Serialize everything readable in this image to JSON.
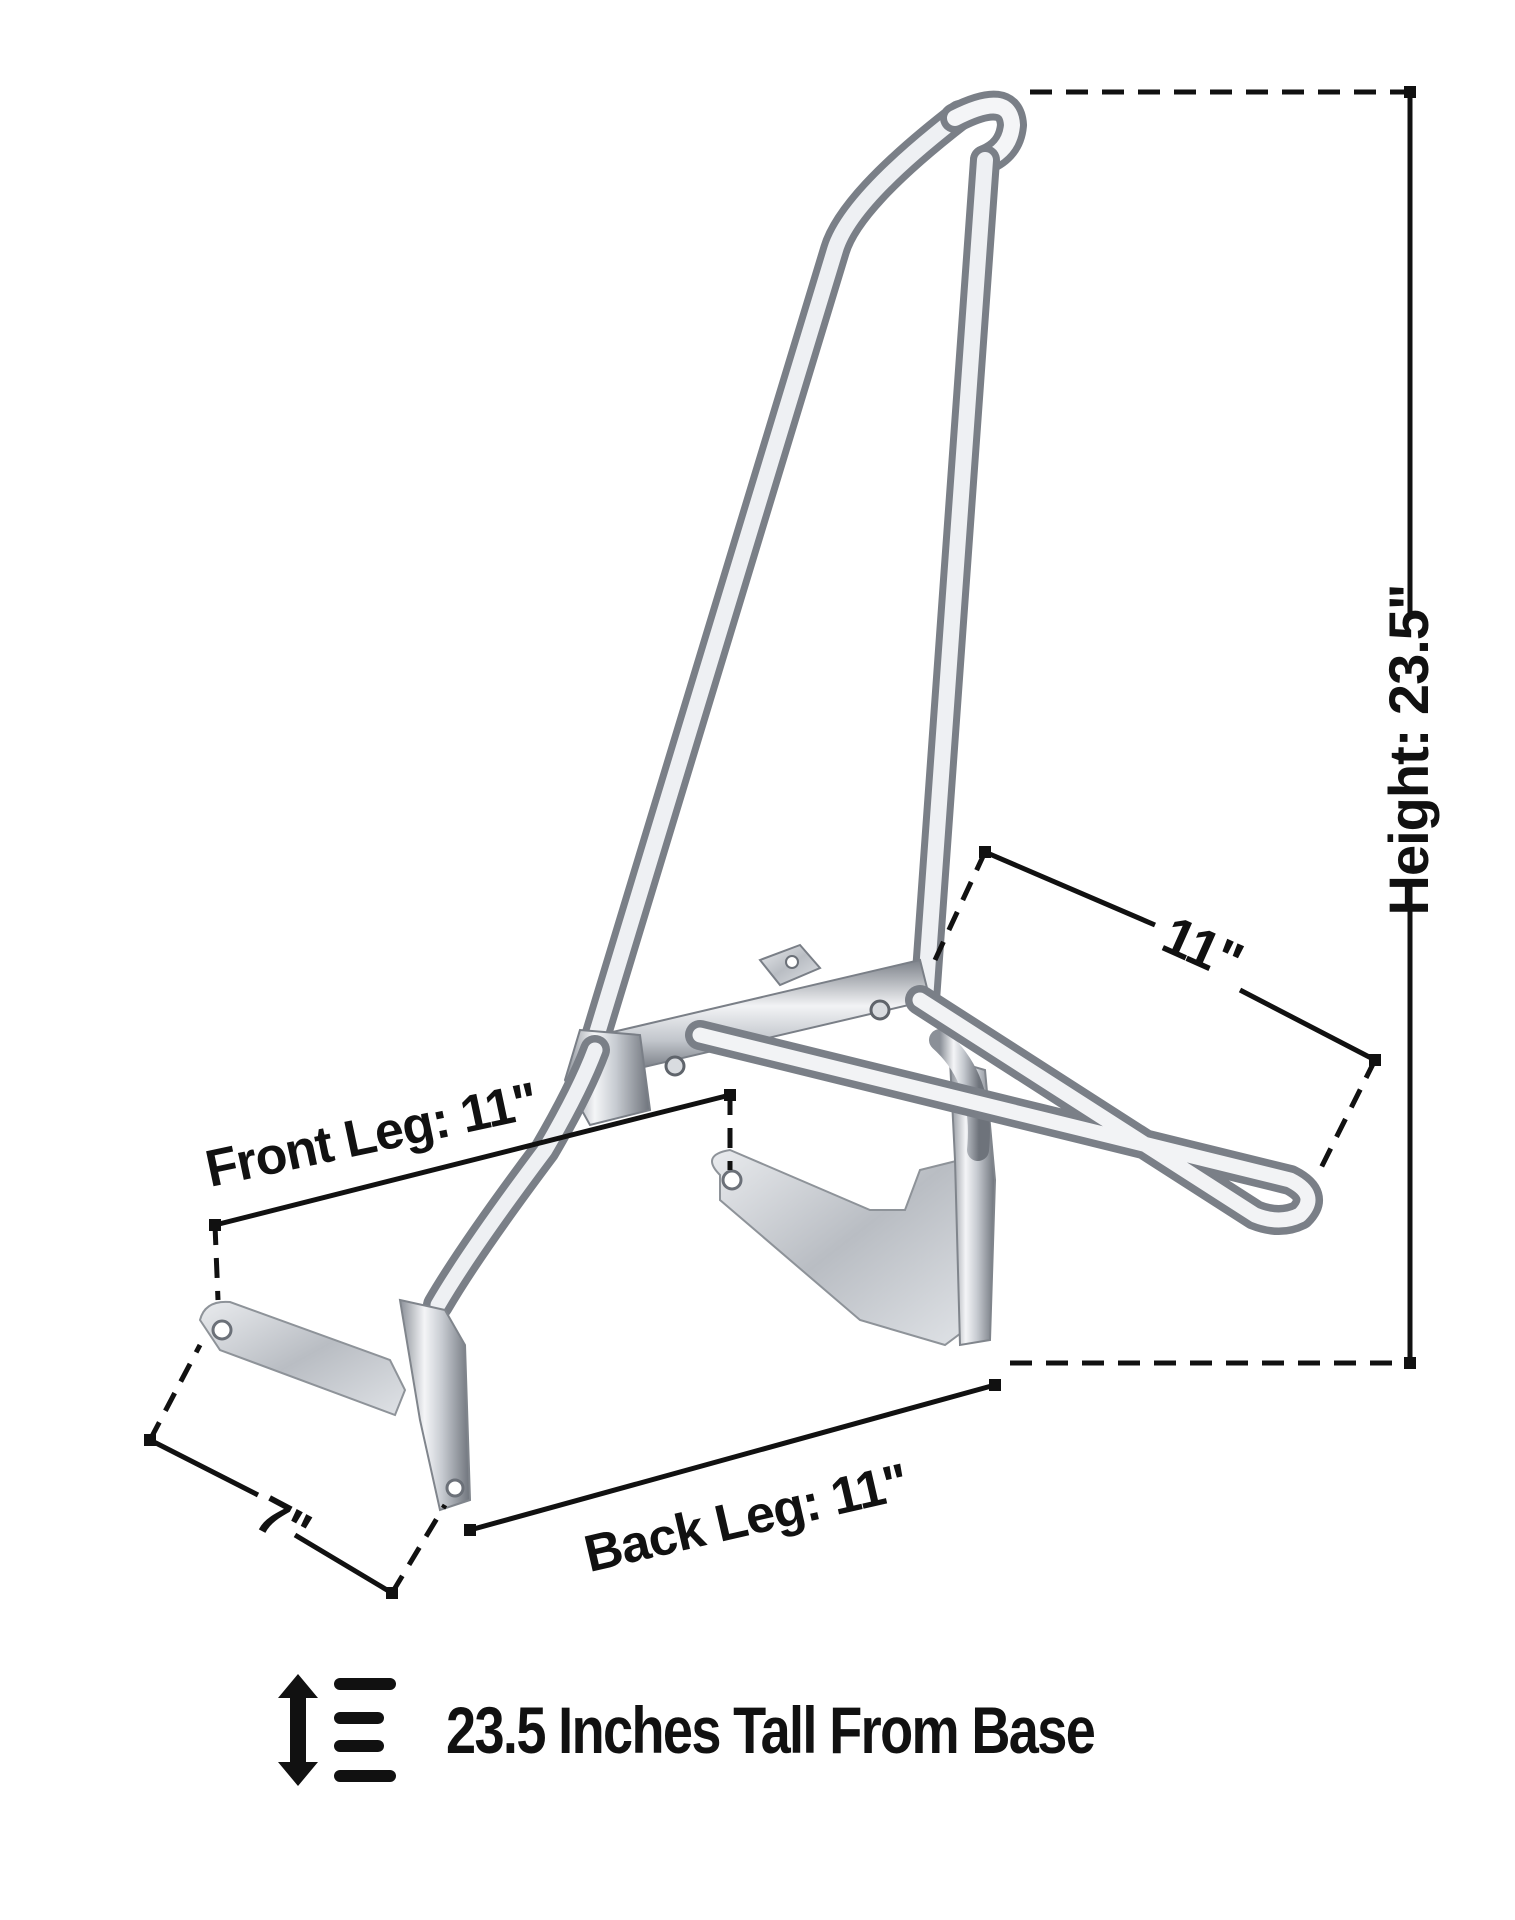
{
  "product": {
    "name": "sissy bar with mounting legs (chrome)",
    "color": "#c8cbd0"
  },
  "dimensions": {
    "height_label": "Height: 23.5\"",
    "top_leg_label": "11\"",
    "front_leg_label": "Front Leg: 11\"",
    "back_leg_label": "Back Leg: 11\"",
    "width_label": "7\""
  },
  "footer": {
    "icon": "height-arrows-icon",
    "text": "23.5 Inches Tall From Base"
  }
}
